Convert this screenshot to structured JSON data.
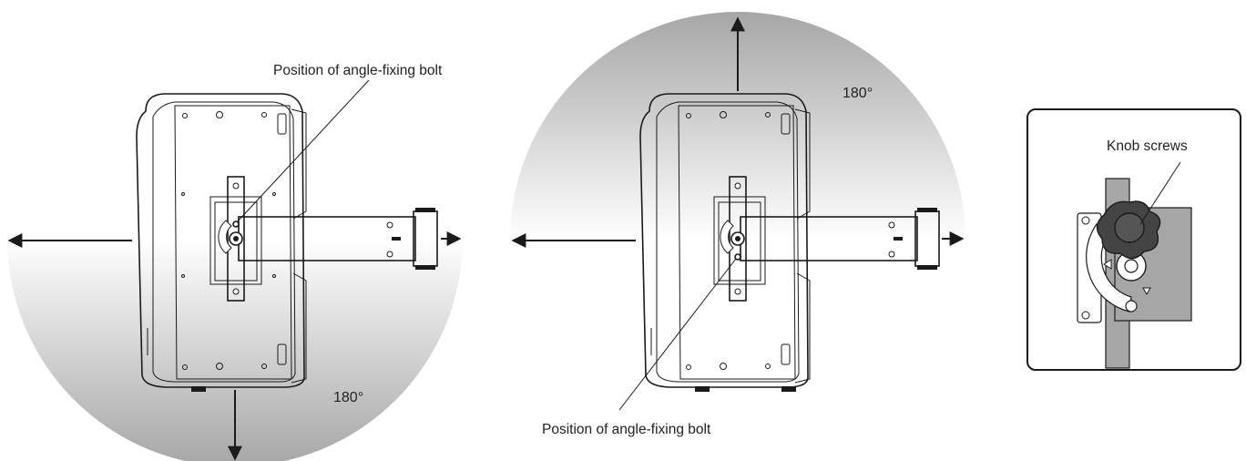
{
  "figure_1": {
    "label": "Position of angle-fixing bolt",
    "angle": "180°"
  },
  "figure_2": {
    "label": "Position of angle-fixing bolt",
    "angle": "180°"
  },
  "detail": {
    "label": "Knob screws"
  },
  "colors": {
    "gray_dark": "#a6a6a6",
    "gray_light": "#ffffff",
    "bracket": "#9a9a9a",
    "outline": "#1a1a1a"
  }
}
